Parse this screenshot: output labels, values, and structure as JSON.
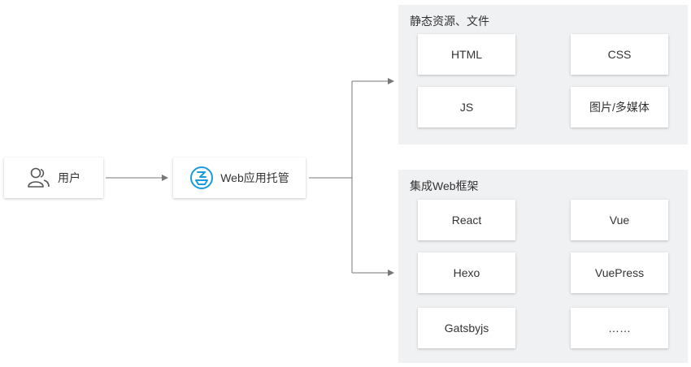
{
  "user": {
    "label": "用户",
    "icon": "users-icon"
  },
  "hosting": {
    "label": "Web应用托管",
    "icon": "web-hosting-logo-icon",
    "accent": "#1a9bdc"
  },
  "static_panel": {
    "title": "静态资源、文件",
    "items": [
      "HTML",
      "CSS",
      "JS",
      "图片/多媒体"
    ]
  },
  "framework_panel": {
    "title": "集成Web框架",
    "items": [
      "React",
      "Vue",
      "Hexo",
      "VuePress",
      "Gatsbyjs",
      "……"
    ]
  }
}
